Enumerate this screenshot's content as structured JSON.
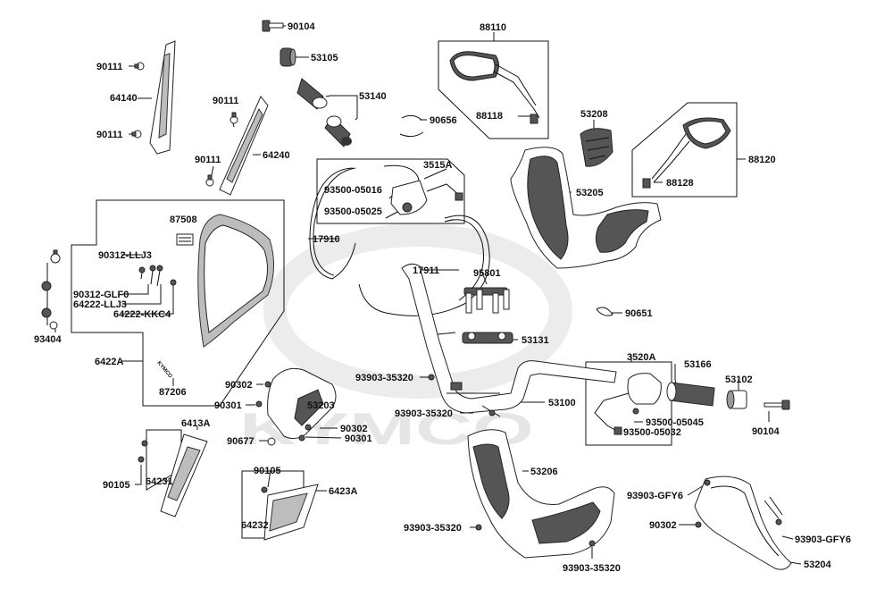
{
  "watermark": {
    "text": "KYMCO"
  },
  "decals": {
    "windshield_logo": "KYMCO"
  },
  "labels": [
    {
      "id": "90104a",
      "text": "90104"
    },
    {
      "id": "53105",
      "text": "53105"
    },
    {
      "id": "53140",
      "text": "53140"
    },
    {
      "id": "90111a",
      "text": "90111"
    },
    {
      "id": "64140",
      "text": "64140"
    },
    {
      "id": "90111b",
      "text": "90111"
    },
    {
      "id": "90111c",
      "text": "90111"
    },
    {
      "id": "64240",
      "text": "64240"
    },
    {
      "id": "90111d",
      "text": "90111"
    },
    {
      "id": "88110",
      "text": "88110"
    },
    {
      "id": "88118",
      "text": "88118"
    },
    {
      "id": "90656",
      "text": "90656"
    },
    {
      "id": "53208",
      "text": "53208"
    },
    {
      "id": "3515A",
      "text": "3515A"
    },
    {
      "id": "93500-05016",
      "text": "93500-05016"
    },
    {
      "id": "93500-05025",
      "text": "93500-05025"
    },
    {
      "id": "53205",
      "text": "53205"
    },
    {
      "id": "88120",
      "text": "88120"
    },
    {
      "id": "88128",
      "text": "88128"
    },
    {
      "id": "87508",
      "text": "87508"
    },
    {
      "id": "90312-LLJ3",
      "text": "90312-LLJ3"
    },
    {
      "id": "90312-GLF0",
      "text": "90312-GLF0"
    },
    {
      "id": "64222-LLJ3",
      "text": "64222-LLJ3"
    },
    {
      "id": "64222-KKC4",
      "text": "64222-KKC4"
    },
    {
      "id": "17910",
      "text": "17910"
    },
    {
      "id": "17911",
      "text": "17911"
    },
    {
      "id": "95801",
      "text": "95801"
    },
    {
      "id": "90651",
      "text": "90651"
    },
    {
      "id": "53131",
      "text": "53131"
    },
    {
      "id": "93404",
      "text": "93404"
    },
    {
      "id": "6422A",
      "text": "6422A"
    },
    {
      "id": "87206",
      "text": "87206"
    },
    {
      "id": "93903-35320a",
      "text": "93903-35320"
    },
    {
      "id": "3520A",
      "text": "3520A"
    },
    {
      "id": "53166",
      "text": "53166"
    },
    {
      "id": "53102",
      "text": "53102"
    },
    {
      "id": "90302a",
      "text": "90302"
    },
    {
      "id": "53203",
      "text": "53203"
    },
    {
      "id": "53100",
      "text": "53100"
    },
    {
      "id": "90301a",
      "text": "90301"
    },
    {
      "id": "93903-35320b",
      "text": "93903-35320"
    },
    {
      "id": "90302b",
      "text": "90302"
    },
    {
      "id": "90301b",
      "text": "90301"
    },
    {
      "id": "90677",
      "text": "90677"
    },
    {
      "id": "93500-05045",
      "text": "93500-05045"
    },
    {
      "id": "93500-05032",
      "text": "93500-05032"
    },
    {
      "id": "90104b",
      "text": "90104"
    },
    {
      "id": "6413A",
      "text": "6413A"
    },
    {
      "id": "90105a",
      "text": "90105"
    },
    {
      "id": "64231",
      "text": "64231"
    },
    {
      "id": "90105b",
      "text": "90105"
    },
    {
      "id": "6423A",
      "text": "6423A"
    },
    {
      "id": "53206",
      "text": "53206"
    },
    {
      "id": "64232",
      "text": "64232"
    },
    {
      "id": "93903-GFY6a",
      "text": "93903-GFY6"
    },
    {
      "id": "90302c",
      "text": "90302"
    },
    {
      "id": "93903-GFY6b",
      "text": "93903-GFY6"
    },
    {
      "id": "93903-35320c",
      "text": "93903-35320"
    },
    {
      "id": "93903-35320d",
      "text": "93903-35320"
    },
    {
      "id": "53204",
      "text": "53204"
    }
  ]
}
